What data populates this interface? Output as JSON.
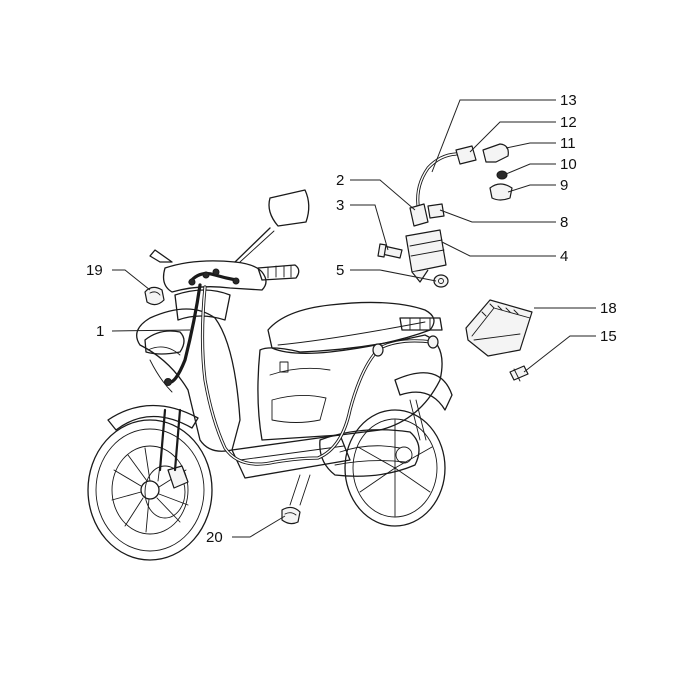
{
  "callouts": [
    {
      "id": "1",
      "text": "1"
    },
    {
      "id": "2",
      "text": "2"
    },
    {
      "id": "3",
      "text": "3"
    },
    {
      "id": "4",
      "text": "4"
    },
    {
      "id": "5",
      "text": "5"
    },
    {
      "id": "8",
      "text": "8"
    },
    {
      "id": "9",
      "text": "9"
    },
    {
      "id": "10",
      "text": "10"
    },
    {
      "id": "11",
      "text": "11"
    },
    {
      "id": "12",
      "text": "12"
    },
    {
      "id": "13",
      "text": "13"
    },
    {
      "id": "15",
      "text": "15"
    },
    {
      "id": "18",
      "text": "18"
    },
    {
      "id": "19",
      "text": "19"
    },
    {
      "id": "20",
      "text": "20"
    }
  ]
}
